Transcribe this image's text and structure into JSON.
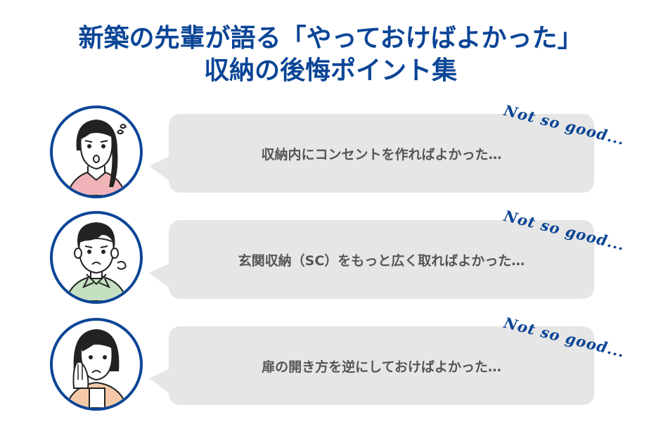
{
  "title": {
    "line1": "新築の先輩が語る「やっておけばよかった」",
    "line2": "収納の後悔ポイント集"
  },
  "accent_color": "#0b4596",
  "bubble_color": "#e6e6e6",
  "items": [
    {
      "avatar": "woman-long-hair-worried",
      "shirt_color": "#f0b3b8",
      "text": "収納内にコンセントを作ればよかった…",
      "note": "Not so good..."
    },
    {
      "avatar": "man-sighing",
      "shirt_color": "#c4e0c0",
      "text": "玄関収納（SC）をもっと広く取ればよかった…",
      "note": "Not so good..."
    },
    {
      "avatar": "woman-bob-hand-on-cheek",
      "shirt_color": "#f5c9a8",
      "text": "扉の開き方を逆にしておけばよかった…",
      "note": "Not so good..."
    }
  ]
}
